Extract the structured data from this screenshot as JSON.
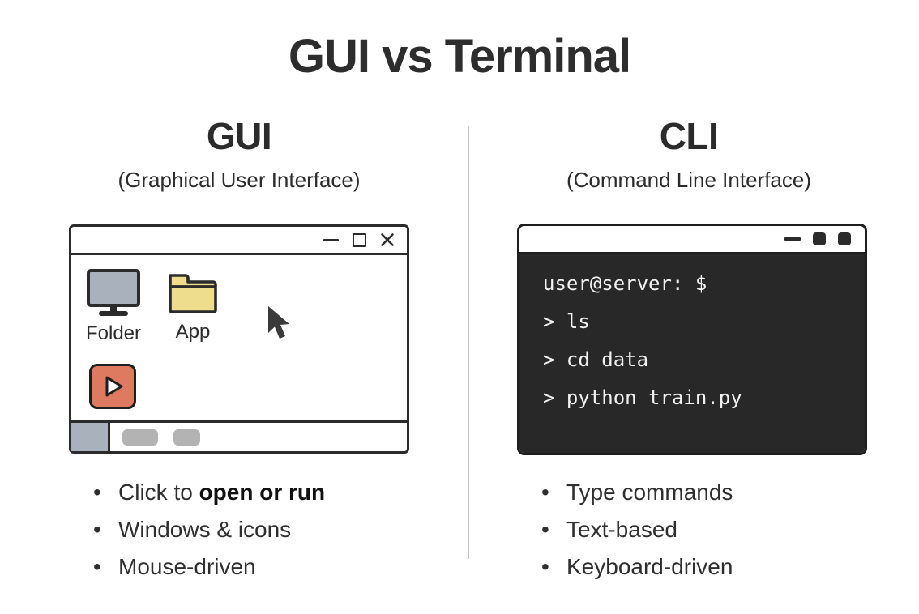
{
  "page": {
    "title": "GUI vs Terminal"
  },
  "left": {
    "heading": "GUI",
    "subtitle": "(Graphical User Interface)",
    "window": {
      "controls": {
        "minimize": "minimize",
        "maximize": "maximize",
        "close": "close"
      },
      "icons": [
        {
          "name": "monitor-icon",
          "label": "Folder"
        },
        {
          "name": "folder-icon",
          "label": "App"
        },
        {
          "name": "play-icon",
          "label": ""
        }
      ],
      "taskbar": {
        "start": "start-square",
        "items": [
          "task-item",
          "task-item"
        ]
      }
    },
    "bullets": [
      {
        "prefix": "Click to ",
        "bold": "open or run"
      },
      {
        "text": "Windows & icons"
      },
      {
        "text": "Mouse-driven"
      }
    ]
  },
  "right": {
    "heading": "CLI",
    "subtitle": "(Command Line Interface)",
    "terminal": {
      "controls": {
        "minimize": "minimize",
        "square1": "button",
        "square2": "button"
      },
      "lines": [
        "user@server: $",
        "> ls",
        "> cd data",
        "> python train.py"
      ]
    },
    "bullets": [
      {
        "text": "Type commands"
      },
      {
        "text": "Text-based"
      },
      {
        "text": "Keyboard-driven"
      }
    ]
  },
  "colors": {
    "ink": "#2b2b2b",
    "monitor_fill": "#a9b2bc",
    "folder_fill": "#eedd8d",
    "play_fill": "#dd7a60",
    "play_triangle": "#ffffff",
    "taskbar_square_fill": "#a9b2bc",
    "taskbar_item_fill": "#b3b3b3",
    "terminal_bg": "#282828",
    "terminal_text": "#f2f2f2",
    "cursor_fill": "#3a3a3a",
    "divider": "#c4c4c4"
  }
}
